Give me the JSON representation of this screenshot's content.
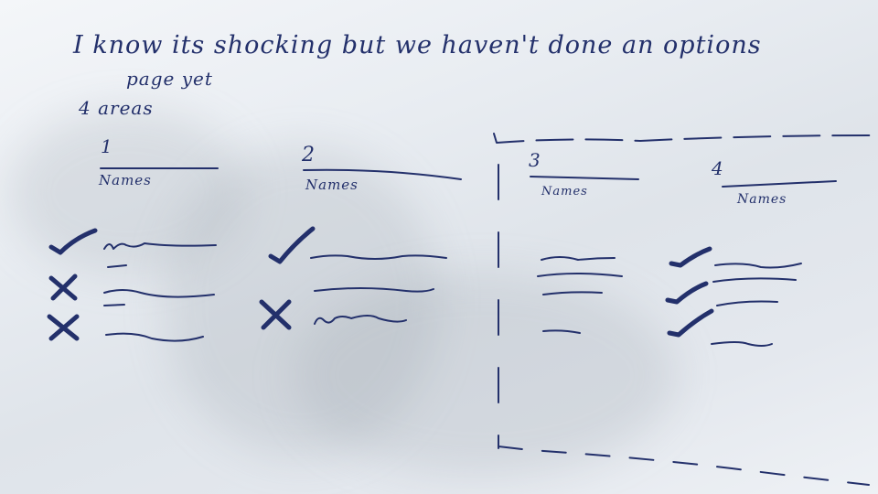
{
  "heading": {
    "line1": "I know its shocking but we haven't done an options",
    "line2": "page yet"
  },
  "subheading": "4 areas",
  "areas": [
    {
      "number": "1",
      "label": "Names"
    },
    {
      "number": "2",
      "label": "Names"
    },
    {
      "number": "3",
      "label": "Names"
    },
    {
      "number": "4",
      "label": "Names"
    }
  ],
  "marks": {
    "area1": [
      "check-mark",
      "cross-mark",
      "cross-mark"
    ],
    "area2": [
      "check-mark",
      "cross-mark"
    ],
    "area4": [
      "check-mark",
      "check-mark",
      "check-mark"
    ]
  },
  "colors": {
    "ink": "#23306b",
    "board": "#eceff3"
  }
}
